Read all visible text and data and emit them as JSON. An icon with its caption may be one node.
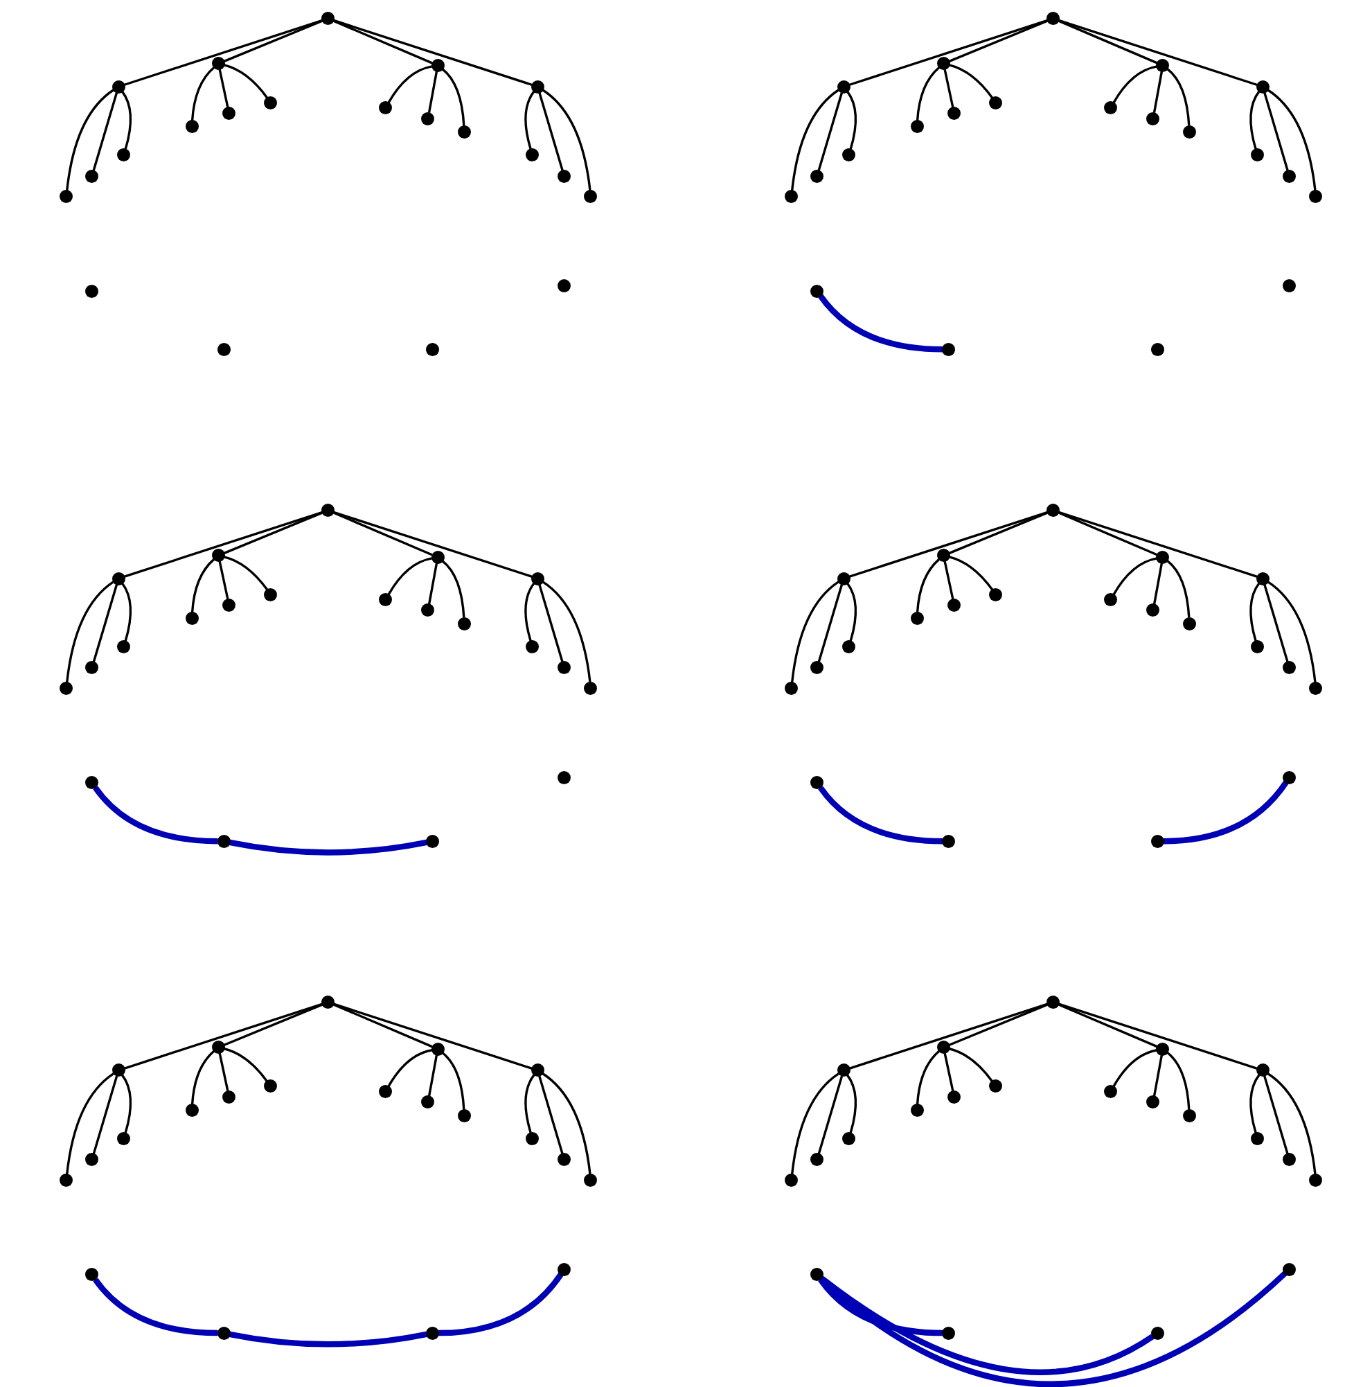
{
  "diagram": {
    "nodes": [
      {
        "text": [],
        "shape": "circle"
      },
      {
        "text": [],
        "shape": "circle"
      },
      {
        "text": [],
        "shape": "circle"
      },
      {
        "text": [],
        "shape": "circle"
      },
      {
        "text": [],
        "shape": "circle"
      },
      {
        "text": [],
        "shape": "circle"
      },
      {
        "text": [],
        "shape": "circle"
      },
      {
        "text": [],
        "shape": "circle"
      },
      {
        "text": [],
        "shape": "circle"
      },
      {
        "text": [],
        "shape": "circle"
      },
      {
        "text": [],
        "shape": "circle"
      },
      {
        "text": [],
        "shape": "circle"
      },
      {
        "text": [],
        "shape": "circle"
      },
      {
        "text": [],
        "shape": "circle"
      },
      {
        "text": [],
        "shape": "circle"
      },
      {
        "text": [],
        "shape": "circle"
      },
      {
        "text": [],
        "shape": "circle"
      },
      {
        "text": [],
        "shape": "circle"
      },
      {
        "text": [],
        "shape": "circle"
      },
      {
        "text": [],
        "shape": "circle"
      },
      {
        "text": [],
        "shape": "circle"
      },
      {
        "text": [],
        "shape": "circle"
      },
      {
        "text": [],
        "shape": "circle"
      },
      {
        "text": [],
        "shape": "circle"
      },
      {
        "text": [],
        "shape": "circle"
      },
      {
        "text": [],
        "shape": "circle"
      },
      {
        "text": [],
        "shape": "circle"
      },
      {
        "text": [],
        "shape": "circle"
      },
      {
        "text": [],
        "shape": "circle"
      },
      {
        "text": [],
        "shape": "circle"
      },
      {
        "text": [],
        "shape": "circle"
      },
      {
        "text": [],
        "shape": "circle"
      },
      {
        "text": [],
        "shape": "circle"
      },
      {
        "text": [],
        "shape": "circle"
      },
      {
        "text": [],
        "shape": "circle"
      },
      {
        "text": [],
        "shape": "circle"
      },
      {
        "text": [],
        "shape": "circle"
      },
      {
        "text": [],
        "shape": "circle"
      },
      {
        "text": [],
        "shape": "circle"
      },
      {
        "text": [],
        "shape": "circle"
      },
      {
        "text": [],
        "shape": "circle"
      },
      {
        "text": [],
        "shape": "circle"
      },
      {
        "text": [],
        "shape": "circle"
      },
      {
        "text": [],
        "shape": "circle"
      },
      {
        "text": [],
        "shape": "circle"
      },
      {
        "text": [],
        "shape": "circle"
      },
      {
        "text": [],
        "shape": "circle"
      },
      {
        "text": [],
        "shape": "circle"
      },
      {
        "text": [],
        "shape": "circle"
      },
      {
        "text": [],
        "shape": "circle"
      },
      {
        "text": [],
        "shape": "circle"
      },
      {
        "text": [],
        "shape": "circle"
      },
      {
        "text": [],
        "shape": "circle"
      },
      {
        "text": [],
        "shape": "circle"
      },
      {
        "text": [],
        "shape": "circle"
      },
      {
        "text": [],
        "shape": "circle"
      },
      {
        "text": [],
        "shape": "circle"
      },
      {
        "text": [],
        "shape": "circle"
      },
      {
        "text": [],
        "shape": "circle"
      },
      {
        "text": [],
        "shape": "circle"
      },
      {
        "text": [],
        "shape": "circle"
      },
      {
        "text": [],
        "shape": "circle"
      },
      {
        "text": [],
        "shape": "circle"
      },
      {
        "text": [],
        "shape": "circle"
      },
      {
        "text": [],
        "shape": "circle"
      },
      {
        "text": [],
        "shape": "circle"
      },
      {
        "text": [],
        "shape": "circle"
      },
      {
        "text": [],
        "shape": "circle"
      },
      {
        "text": [],
        "shape": "circle"
      },
      {
        "text": [],
        "shape": "circle"
      },
      {
        "text": [],
        "shape": "circle"
      },
      {
        "text": [],
        "shape": "circle"
      },
      {
        "text": [],
        "shape": "circle"
      },
      {
        "text": [],
        "shape": "circle"
      },
      {
        "text": [],
        "shape": "circle"
      },
      {
        "text": [],
        "shape": "circle"
      },
      {
        "text": [],
        "shape": "circle"
      },
      {
        "text": [],
        "shape": "circle"
      },
      {
        "text": [],
        "shape": "circle"
      },
      {
        "text": [],
        "shape": "circle"
      },
      {
        "text": [],
        "shape": "circle"
      },
      {
        "text": [],
        "shape": "circle"
      },
      {
        "text": [],
        "shape": "circle"
      },
      {
        "text": [],
        "shape": "circle"
      },
      {
        "text": [],
        "shape": "circle"
      },
      {
        "text": [],
        "shape": "circle"
      },
      {
        "text": [],
        "shape": "circle"
      },
      {
        "text": [],
        "shape": "circle"
      },
      {
        "text": [],
        "shape": "circle"
      },
      {
        "text": [],
        "shape": "circle"
      },
      {
        "text": [],
        "shape": "circle"
      },
      {
        "text": [],
        "shape": "circle"
      },
      {
        "text": [],
        "shape": "circle"
      },
      {
        "text": [],
        "shape": "circle"
      },
      {
        "text": [],
        "shape": "circle"
      },
      {
        "text": [],
        "shape": "circle"
      },
      {
        "text": [],
        "shape": "circle"
      },
      {
        "text": [],
        "shape": "circle"
      },
      {
        "text": [],
        "shape": "circle"
      },
      {
        "text": [],
        "shape": "circle"
      },
      {
        "text": [],
        "shape": "circle"
      },
      {
        "text": [],
        "shape": "circle"
      },
      {
        "text": [],
        "shape": "circle"
      },
      {
        "text": [],
        "shape": "circle"
      },
      {
        "text": [],
        "shape": "circle"
      },
      {
        "text": [],
        "shape": "circle"
      },
      {
        "text": [],
        "shape": "circle"
      },
      {
        "text": [],
        "shape": "circle"
      },
      {
        "text": [],
        "shape": "circle"
      },
      {
        "text": [],
        "shape": "circle"
      },
      {
        "text": [],
        "shape": "circle"
      },
      {
        "text": [],
        "shape": "circle"
      },
      {
        "text": [],
        "shape": "circle"
      },
      {
        "text": [],
        "shape": "circle"
      },
      {
        "text": [],
        "shape": "circle"
      },
      {
        "text": [],
        "shape": "circle"
      },
      {
        "text": [],
        "shape": "circle"
      },
      {
        "text": [],
        "shape": "circle"
      },
      {
        "text": [],
        "shape": "circle"
      },
      {
        "text": [],
        "shape": "circle"
      },
      {
        "text": [],
        "shape": "circle"
      },
      {
        "text": [],
        "shape": "circle"
      },
      {
        "text": [],
        "shape": "circle"
      },
      {
        "text": [],
        "shape": "circle"
      },
      {
        "text": [],
        "shape": "circle"
      },
      {
        "text": [],
        "shape": "circle"
      }
    ],
    "edges": [
      {
        "from": 0,
        "to": 1,
        "arrow": "none"
      },
      {
        "from": 0,
        "to": 2,
        "arrow": "none"
      },
      {
        "from": 0,
        "to": 3,
        "arrow": "none"
      },
      {
        "from": 0,
        "to": 4,
        "arrow": "none"
      },
      {
        "from": 1,
        "to": 5,
        "arrow": "none"
      },
      {
        "from": 1,
        "to": 6,
        "arrow": "none"
      },
      {
        "from": 1,
        "to": 7,
        "arrow": "none"
      },
      {
        "from": 2,
        "to": 8,
        "arrow": "none"
      },
      {
        "from": 2,
        "to": 9,
        "arrow": "none"
      },
      {
        "from": 2,
        "to": 10,
        "arrow": "none"
      },
      {
        "from": 3,
        "to": 11,
        "arrow": "none"
      },
      {
        "from": 3,
        "to": 12,
        "arrow": "none"
      },
      {
        "from": 3,
        "to": 13,
        "arrow": "none"
      },
      {
        "from": 4,
        "to": 14,
        "arrow": "none"
      },
      {
        "from": 4,
        "to": 15,
        "arrow": "none"
      },
      {
        "from": 4,
        "to": 16,
        "arrow": "none"
      },
      {
        "from": 21,
        "to": 22,
        "arrow": "none"
      },
      {
        "from": 21,
        "to": 23,
        "arrow": "none"
      },
      {
        "from": 21,
        "to": 24,
        "arrow": "none"
      },
      {
        "from": 21,
        "to": 25,
        "arrow": "none"
      },
      {
        "from": 22,
        "to": 26,
        "arrow": "none"
      },
      {
        "from": 22,
        "to": 27,
        "arrow": "none"
      },
      {
        "from": 22,
        "to": 28,
        "arrow": "none"
      },
      {
        "from": 23,
        "to": 29,
        "arrow": "none"
      },
      {
        "from": 23,
        "to": 30,
        "arrow": "none"
      },
      {
        "from": 23,
        "to": 31,
        "arrow": "none"
      },
      {
        "from": 24,
        "to": 32,
        "arrow": "none"
      },
      {
        "from": 24,
        "to": 33,
        "arrow": "none"
      },
      {
        "from": 24,
        "to": 34,
        "arrow": "none"
      },
      {
        "from": 25,
        "to": 35,
        "arrow": "none"
      },
      {
        "from": 25,
        "to": 36,
        "arrow": "none"
      },
      {
        "from": 25,
        "to": 37,
        "arrow": "none"
      },
      {
        "from": 42,
        "to": 43,
        "arrow": "none"
      },
      {
        "from": 42,
        "to": 44,
        "arrow": "none"
      },
      {
        "from": 42,
        "to": 45,
        "arrow": "none"
      },
      {
        "from": 42,
        "to": 46,
        "arrow": "none"
      },
      {
        "from": 43,
        "to": 47,
        "arrow": "none"
      },
      {
        "from": 43,
        "to": 48,
        "arrow": "none"
      },
      {
        "from": 43,
        "to": 49,
        "arrow": "none"
      },
      {
        "from": 44,
        "to": 50,
        "arrow": "none"
      },
      {
        "from": 44,
        "to": 51,
        "arrow": "none"
      },
      {
        "from": 44,
        "to": 52,
        "arrow": "none"
      },
      {
        "from": 45,
        "to": 53,
        "arrow": "none"
      },
      {
        "from": 45,
        "to": 54,
        "arrow": "none"
      },
      {
        "from": 45,
        "to": 55,
        "arrow": "none"
      },
      {
        "from": 46,
        "to": 56,
        "arrow": "none"
      },
      {
        "from": 46,
        "to": 57,
        "arrow": "none"
      },
      {
        "from": 46,
        "to": 58,
        "arrow": "none"
      },
      {
        "from": 63,
        "to": 64,
        "arrow": "none"
      },
      {
        "from": 63,
        "to": 65,
        "arrow": "none"
      },
      {
        "from": 63,
        "to": 66,
        "arrow": "none"
      },
      {
        "from": 63,
        "to": 67,
        "arrow": "none"
      },
      {
        "from": 64,
        "to": 68,
        "arrow": "none"
      },
      {
        "from": 64,
        "to": 69,
        "arrow": "none"
      },
      {
        "from": 64,
        "to": 70,
        "arrow": "none"
      },
      {
        "from": 65,
        "to": 71,
        "arrow": "none"
      },
      {
        "from": 65,
        "to": 72,
        "arrow": "none"
      },
      {
        "from": 65,
        "to": 73,
        "arrow": "none"
      },
      {
        "from": 66,
        "to": 74,
        "arrow": "none"
      },
      {
        "from": 66,
        "to": 75,
        "arrow": "none"
      },
      {
        "from": 66,
        "to": 76,
        "arrow": "none"
      },
      {
        "from": 67,
        "to": 77,
        "arrow": "none"
      },
      {
        "from": 67,
        "to": 78,
        "arrow": "none"
      },
      {
        "from": 67,
        "to": 79,
        "arrow": "none"
      },
      {
        "from": 84,
        "to": 85,
        "arrow": "none"
      },
      {
        "from": 84,
        "to": 86,
        "arrow": "none"
      },
      {
        "from": 84,
        "to": 87,
        "arrow": "none"
      },
      {
        "from": 84,
        "to": 88,
        "arrow": "none"
      },
      {
        "from": 85,
        "to": 89,
        "arrow": "none"
      },
      {
        "from": 85,
        "to": 90,
        "arrow": "none"
      },
      {
        "from": 85,
        "to": 91,
        "arrow": "none"
      },
      {
        "from": 86,
        "to": 92,
        "arrow": "none"
      },
      {
        "from": 86,
        "to": 93,
        "arrow": "none"
      },
      {
        "from": 86,
        "to": 94,
        "arrow": "none"
      },
      {
        "from": 87,
        "to": 95,
        "arrow": "none"
      },
      {
        "from": 87,
        "to": 96,
        "arrow": "none"
      },
      {
        "from": 87,
        "to": 97,
        "arrow": "none"
      },
      {
        "from": 88,
        "to": 98,
        "arrow": "none"
      },
      {
        "from": 88,
        "to": 99,
        "arrow": "none"
      },
      {
        "from": 88,
        "to": 100,
        "arrow": "none"
      },
      {
        "from": 105,
        "to": 106,
        "arrow": "none"
      },
      {
        "from": 105,
        "to": 107,
        "arrow": "none"
      },
      {
        "from": 105,
        "to": 108,
        "arrow": "none"
      },
      {
        "from": 105,
        "to": 109,
        "arrow": "none"
      },
      {
        "from": 106,
        "to": 110,
        "arrow": "none"
      },
      {
        "from": 106,
        "to": 111,
        "arrow": "none"
      },
      {
        "from": 106,
        "to": 112,
        "arrow": "none"
      },
      {
        "from": 107,
        "to": 113,
        "arrow": "none"
      },
      {
        "from": 107,
        "to": 114,
        "arrow": "none"
      },
      {
        "from": 107,
        "to": 115,
        "arrow": "none"
      },
      {
        "from": 108,
        "to": 116,
        "arrow": "none"
      },
      {
        "from": 108,
        "to": 117,
        "arrow": "none"
      },
      {
        "from": 108,
        "to": 118,
        "arrow": "none"
      },
      {
        "from": 109,
        "to": 119,
        "arrow": "none"
      },
      {
        "from": 109,
        "to": 120,
        "arrow": "none"
      },
      {
        "from": 109,
        "to": 121,
        "arrow": "none"
      },
      {
        "from": 38,
        "to": 39,
        "arrow": "none",
        "style": "thick",
        "color": "#0000b4"
      },
      {
        "from": 59,
        "to": 60,
        "arrow": "none",
        "style": "thick",
        "color": "#0000b4"
      },
      {
        "from": 60,
        "to": 61,
        "arrow": "none",
        "style": "thick",
        "color": "#0000b4"
      },
      {
        "from": 80,
        "to": 81,
        "arrow": "none",
        "style": "thick",
        "color": "#0000b4"
      },
      {
        "from": 82,
        "to": 83,
        "arrow": "none",
        "style": "thick",
        "color": "#0000b4"
      },
      {
        "from": 101,
        "to": 102,
        "arrow": "none",
        "style": "thick",
        "color": "#0000b4"
      },
      {
        "from": 102,
        "to": 103,
        "arrow": "none",
        "style": "thick",
        "color": "#0000b4"
      },
      {
        "from": 103,
        "to": 104,
        "arrow": "none",
        "style": "thick",
        "color": "#0000b4"
      },
      {
        "from": 122,
        "to": 123,
        "arrow": "none",
        "style": "thick",
        "color": "#0000b4"
      },
      {
        "from": 122,
        "to": 124,
        "arrow": "none",
        "style": "thick",
        "color": "#0000b4"
      },
      {
        "from": 122,
        "to": 125,
        "arrow": "none",
        "style": "thick",
        "color": "#0000b4"
      }
    ]
  }
}
